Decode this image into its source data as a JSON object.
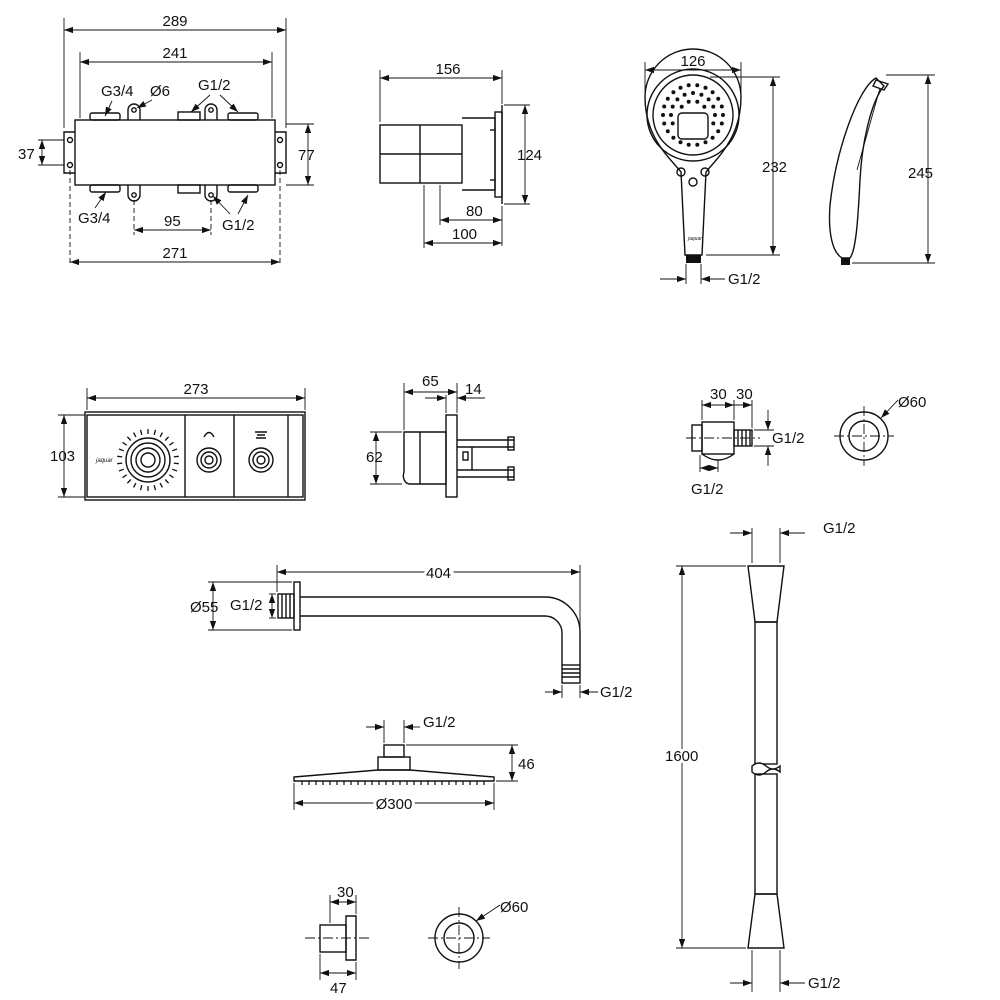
{
  "diagram": {
    "valve_body": {
      "width_overall": "289",
      "width_inner": "241",
      "thread_inlet_top": "G3/4",
      "hole_dia": "Ø6",
      "thread_outlet_top": "G1/2",
      "height_left": "37",
      "height_right": "77",
      "thread_inlet_bottom": "G3/4",
      "outlet_spacing": "95",
      "thread_outlet_bottom": "G1/2",
      "width_mount": "271"
    },
    "valve_side": {
      "depth_total": "156",
      "height": "124",
      "depth_min": "80",
      "depth_max": "100"
    },
    "hand_shower": {
      "width": "126",
      "length": "232",
      "connection": "G1/2",
      "side_length": "245"
    },
    "control_panel": {
      "width": "273",
      "height": "103"
    },
    "shower_holder": {
      "projection": "65",
      "plate": "14",
      "height": "62"
    },
    "wall_elbow": {
      "width_1": "30",
      "width_2": "30",
      "thread_side": "G1/2",
      "thread_bottom": "G1/2",
      "flange_dia": "Ø60"
    },
    "shower_arm": {
      "length": "404",
      "flange_dia": "Ø55",
      "thread_wall": "G1/2",
      "thread_outlet": "G1/2"
    },
    "overhead_shower": {
      "connection": "G1/2",
      "height": "46",
      "diameter": "Ø300"
    },
    "hose": {
      "thread_top": "G1/2",
      "length": "1600",
      "thread_bottom": "G1/2"
    },
    "wall_outlet": {
      "depth_inner": "30",
      "depth_outer": "47",
      "flange_dia": "Ø60"
    }
  }
}
